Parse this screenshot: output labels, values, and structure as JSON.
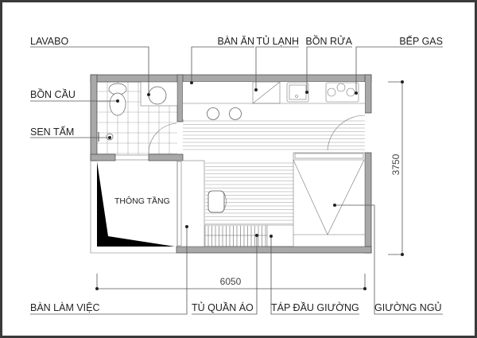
{
  "labels": {
    "lavabo": "LAVABO",
    "ban_an": "BÀN ĂN",
    "tu_lanh": "TỦ LẠNH",
    "bon_rua": "BỒN RỬA",
    "bep_gas": "BẾP GAS",
    "bon_cau": "BỒN CẦU",
    "sen_tam": "SEN TẤM",
    "ban_lam_viec": "BÀN LÀM VIỆC",
    "tu_quan_ao": "TỦ QUẦN ÁO",
    "tap_dau_giuong": "TÁP ĐẦU GIƯỜNG",
    "giuong_ngu": "GIƯỜNG NGỦ",
    "thong_tang": "THÔNG TẦNG"
  },
  "dimensions": {
    "width": "6050",
    "depth": "3750"
  }
}
